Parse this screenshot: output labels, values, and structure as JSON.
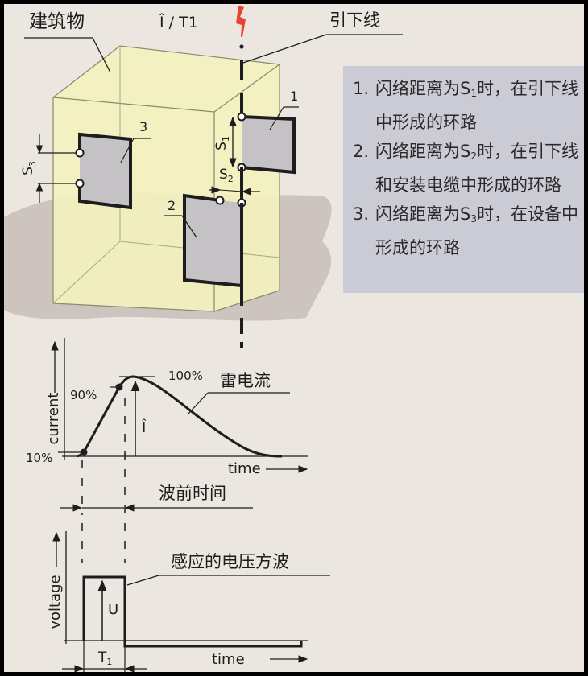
{
  "labels": {
    "building": "建筑物",
    "peak_over_T1": "Î / T1",
    "down_conductor": "引下线",
    "loop1": "1",
    "loop2": "2",
    "loop3": "3",
    "s1": "S",
    "s1_sub": "1",
    "s2": "S",
    "s2_sub": "2",
    "s3": "S",
    "s3_sub": "3"
  },
  "legend": {
    "items": [
      {
        "num": "1.",
        "pre": "闪络距离为S",
        "sub": "1",
        "post": "时，在引下线中形成的环路"
      },
      {
        "num": "2.",
        "pre": "闪络距离为S",
        "sub": "2",
        "post": "时，在引下线和安装电缆中形成的环路"
      },
      {
        "num": "3.",
        "pre": "闪络距离为S",
        "sub": "3",
        "post": "时，在设备中形成的环路"
      }
    ]
  },
  "colors": {
    "page_bg": "#ebe7e0",
    "building_fill": "#f3f1bf",
    "ground_fill": "#cdc3bf",
    "loop_fill": "#c4c2c4",
    "legend_bg": "#cbcbd6",
    "lightning": "#e8432e",
    "ink": "#1d1d1d"
  },
  "chart_data": [
    {
      "type": "line",
      "title": "雷电流",
      "xlabel": "time",
      "ylabel": "current",
      "annotations": [
        "100%",
        "90%",
        "10%",
        "Î",
        "雷电流",
        "波前时间"
      ],
      "x": [
        0,
        0.1,
        0.3,
        0.4,
        0.5,
        0.7,
        0.9,
        1.0
      ],
      "values": [
        10,
        10,
        90,
        100,
        90,
        50,
        10,
        0
      ],
      "ylim": [
        0,
        110
      ],
      "grid": false
    },
    {
      "type": "line",
      "title": "感应的电压方波",
      "xlabel": "time",
      "ylabel": "voltage",
      "annotations": [
        "U",
        "T1",
        "感应的电压方波"
      ],
      "x": [
        0,
        0.05,
        0.05,
        0.25,
        0.25,
        1.0
      ],
      "values": [
        0,
        0,
        100,
        100,
        -8,
        -8
      ],
      "grid": false
    }
  ],
  "current_chart": {
    "ylabel": "current",
    "xlabel": "time",
    "p100": "100%",
    "p90": "90%",
    "p10": "10%",
    "peak": "Î",
    "curve_label": "雷电流",
    "front_time": "波前时间"
  },
  "voltage_chart": {
    "ylabel": "voltage",
    "xlabel": "time",
    "amp": "U",
    "t1": "T",
    "t1_sub": "1",
    "curve_label": "感应的电压方波"
  }
}
